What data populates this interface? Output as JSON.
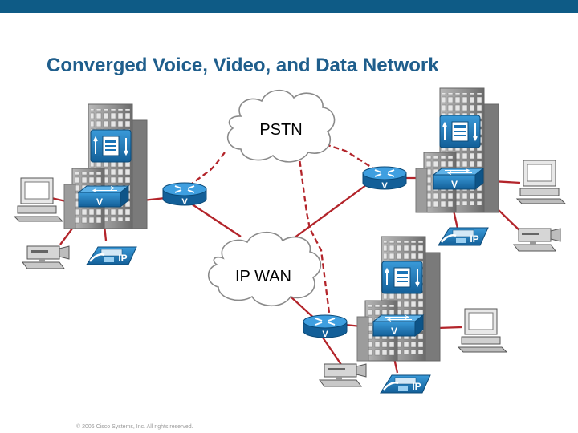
{
  "header": {
    "title": "Converged Voice, Video, and Data Network"
  },
  "clouds": {
    "pstn": "PSTN",
    "wan": "IP WAN"
  },
  "icons": {
    "ip_phone_label": "IP",
    "voice_label": "V"
  },
  "footer": {
    "copyright": "© 2006 Cisco Systems, Inc. All rights reserved."
  },
  "colors": {
    "top_bar": "#0e5b86",
    "title": "#1f5e8c",
    "link_red": "#b3242a",
    "device_blue": "#1a73b6"
  }
}
